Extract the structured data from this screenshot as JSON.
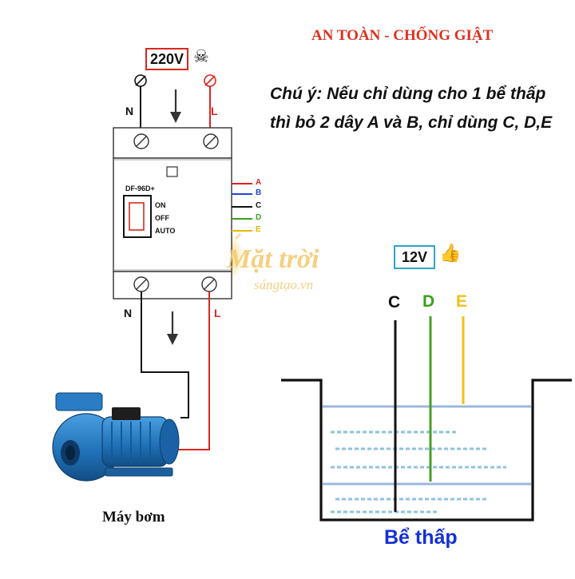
{
  "title": "AN TOÀN - CHỐNG GIẬT",
  "note": {
    "line1": "Chú ý: Nếu chỉ dùng cho 1 bể thấp",
    "line2": "thì bỏ 2 dây A và B, chỉ dùng C, D,E"
  },
  "power": {
    "voltage": "220V",
    "warning_icon": "skull-crossbones-icon"
  },
  "sensor_power": {
    "voltage": "12V",
    "icon": "thumbs-up-icon"
  },
  "terminals": {
    "top_n": "N",
    "top_l": "L",
    "bottom_n": "N",
    "bottom_l": "L"
  },
  "controller": {
    "model": "DF-96D+",
    "modes": [
      "ON",
      "OFF",
      "AUTO"
    ],
    "wire_labels": [
      "A",
      "B",
      "C",
      "D",
      "E"
    ]
  },
  "probes": [
    "C",
    "D",
    "E"
  ],
  "pump": {
    "label": "Máy bơm"
  },
  "tank": {
    "label": "Bể thấp"
  },
  "watermark": {
    "line1": "Mặt trời",
    "line2": "sángtạo.vn"
  },
  "colors": {
    "wire_a": "#e02020",
    "wire_b": "#2242d6",
    "wire_c": "#111111",
    "wire_d": "#3aa020",
    "wire_e": "#f2c11a",
    "live": "#d9281c",
    "water": "#9bb8dc",
    "pump_body": "#1e6fb5"
  }
}
